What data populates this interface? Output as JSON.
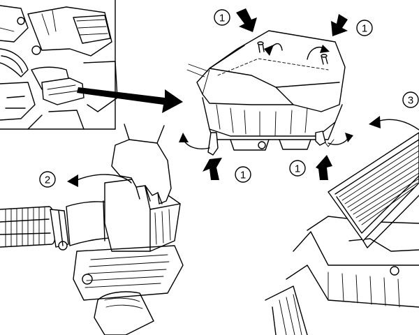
{
  "figure": {
    "callouts": {
      "c1a": "1",
      "c1b": "1",
      "c1c": "1",
      "c1d": "1",
      "step2": "2",
      "step3": "3"
    },
    "colors": {
      "line": "#000000",
      "background": "#ffffff"
    },
    "icons": [
      "press-arrow-icon",
      "rotate-arrow-icon",
      "pointer-arrow-icon"
    ]
  }
}
